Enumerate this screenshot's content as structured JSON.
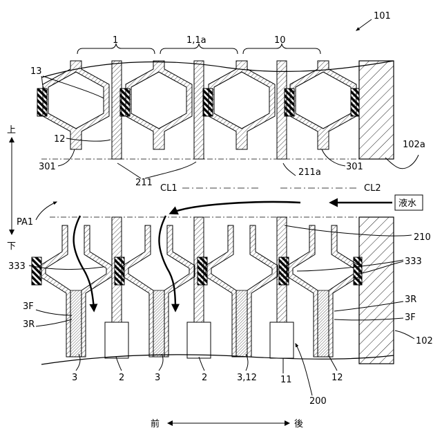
{
  "figure_number": "101",
  "labels": {
    "brace_1": "1",
    "brace_1_1a": "1,1a",
    "brace_10": "10",
    "l13": "13",
    "l12_upper": "12",
    "l301_left": "301",
    "l211": "211",
    "l211a": "211a",
    "l301_right": "301",
    "l102a": "102a",
    "cl1": "CL1",
    "cl2": "CL2",
    "liquid": "液水",
    "pa1": "PA1",
    "up": "上",
    "down": "下",
    "l210": "210",
    "l333_left": "333",
    "l333_right": "333",
    "l3f_left": "3F",
    "l3r_left": "3R",
    "l3r_right": "3R",
    "l3f_right": "3F",
    "l102": "102",
    "b3a": "3",
    "b2a": "2",
    "b3b": "3",
    "b2b": "2",
    "b312": "3,12",
    "b11": "11",
    "b12": "12",
    "l200": "200",
    "front": "前",
    "back": "後"
  }
}
